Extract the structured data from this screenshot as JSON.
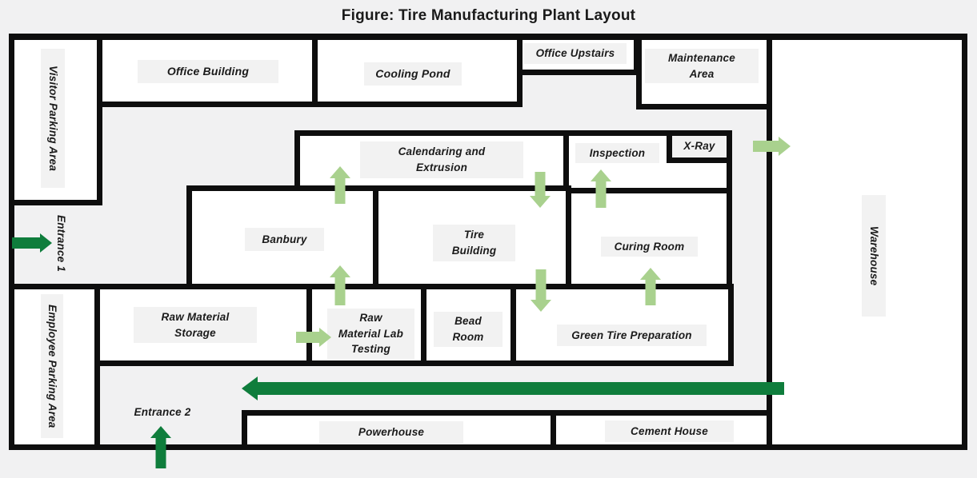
{
  "title": "Figure: Tire Manufacturing Plant Layout",
  "colors": {
    "wall": "#0E0E0E",
    "room_fill": "#FFFFFF",
    "ground": "#F1F1F2",
    "label_background": "#F2F2F2",
    "light_flow_arrow": "#A9D18E",
    "dark_entrance_arrow": "#0F7D3C",
    "title_color": "#1A1A1A"
  },
  "rooms": {
    "visitor_parking": {
      "label": "Visitor Parking Area"
    },
    "office_building": {
      "label": "Office Building"
    },
    "cooling_pond": {
      "label": "Cooling Pond"
    },
    "office_upstairs": {
      "label": "Office Upstairs"
    },
    "maintenance_area": {
      "label": "Maintenance\nArea"
    },
    "warehouse": {
      "label": "Warehouse"
    },
    "calendaring_extrusion": {
      "label": "Calendaring and\nExtrusion"
    },
    "inspection": {
      "label": "Inspection"
    },
    "xray": {
      "label": "X-Ray"
    },
    "banbury": {
      "label": "Banbury"
    },
    "tire_building": {
      "label": "Tire\nBuilding"
    },
    "curing_room": {
      "label": "Curing Room"
    },
    "employee_parking": {
      "label": "Employee Parking Area"
    },
    "raw_material_storage": {
      "label": "Raw Material\nStorage"
    },
    "raw_material_lab_testing": {
      "label": "Raw\nMaterial Lab\nTesting"
    },
    "bead_room": {
      "label": "Bead\nRoom"
    },
    "green_tire_preparation": {
      "label": "Green Tire Preparation"
    },
    "powerhouse": {
      "label": "Powerhouse"
    },
    "cement_house": {
      "label": "Cement House"
    },
    "entrance_1": {
      "label": "Entrance 1"
    },
    "entrance_2": {
      "label": "Entrance 2"
    }
  },
  "flow_arrows": [
    {
      "id": "storage-to-lab",
      "from": "Raw Material Storage",
      "to": "Raw Material Lab Testing",
      "direction": "right",
      "style": "light"
    },
    {
      "id": "lab-to-banbury",
      "from": "Raw Material Lab Testing",
      "to": "Banbury",
      "direction": "up",
      "style": "light"
    },
    {
      "id": "banbury-to-calendaring",
      "from": "Banbury",
      "to": "Calendaring and Extrusion",
      "direction": "up",
      "style": "light"
    },
    {
      "id": "calendaring-to-tire-building",
      "from": "Calendaring and Extrusion",
      "to": "Tire Building",
      "direction": "down",
      "style": "light"
    },
    {
      "id": "tire-building-to-green-tire-prep",
      "from": "Tire Building",
      "to": "Green Tire Preparation",
      "direction": "down",
      "style": "light"
    },
    {
      "id": "green-tire-prep-to-curing",
      "from": "Green Tire Preparation",
      "to": "Curing Room",
      "direction": "up",
      "style": "light"
    },
    {
      "id": "curing-to-inspection",
      "from": "Curing Room",
      "to": "Inspection",
      "direction": "up",
      "style": "light"
    },
    {
      "id": "xray-to-warehouse",
      "from": "X-Ray / Inspection",
      "to": "Warehouse",
      "direction": "right",
      "style": "light"
    },
    {
      "id": "entrance-1-arrow",
      "at": "Entrance 1",
      "direction": "right",
      "style": "dark"
    },
    {
      "id": "entrance-2-arrow",
      "at": "Entrance 2",
      "direction": "up",
      "style": "dark"
    },
    {
      "id": "main-road-arrow",
      "from": "Warehouse",
      "to": "Entrance 2 corridor",
      "direction": "left",
      "style": "dark"
    }
  ]
}
